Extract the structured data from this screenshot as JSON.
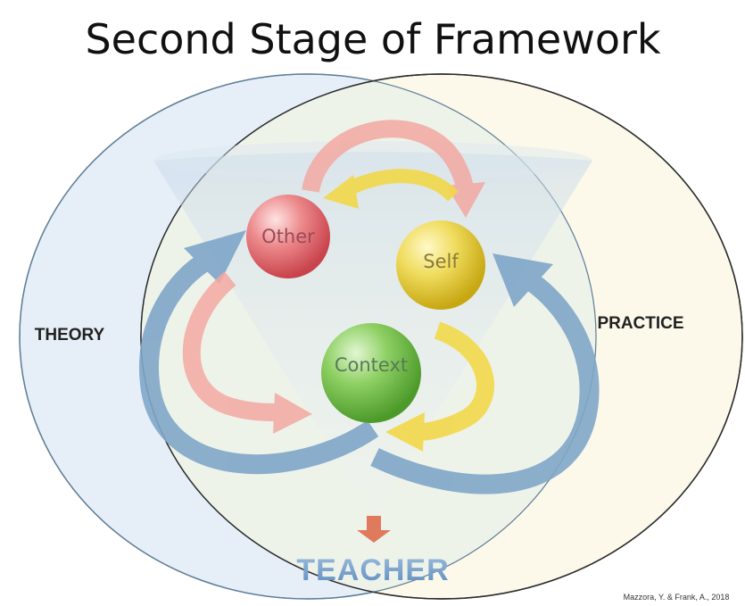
{
  "title": "Second Stage of Framework",
  "circles": {
    "left_label": "THEORY",
    "right_label": "PRACTICE"
  },
  "nodes": {
    "other": "Other",
    "self": "Self",
    "context": "Context"
  },
  "outcome": "TEACHER",
  "credit": "Mazzora, Y. & Frank, A., 2018",
  "colors": {
    "theory_fill": "#e6eff8",
    "practice_fill": "#fbf8e6",
    "overlap_fill": "#eef3ea",
    "other_ball": "#e0646a",
    "self_ball": "#e4cf3c",
    "context_ball": "#6cbd48",
    "red_arrow": "#f3a8a2",
    "yellow_arrow": "#f2d84a",
    "blue_arrow": "#7fa6c8",
    "teacher_text": "#6f9ac6",
    "down_arrow": "#e07a5c"
  }
}
